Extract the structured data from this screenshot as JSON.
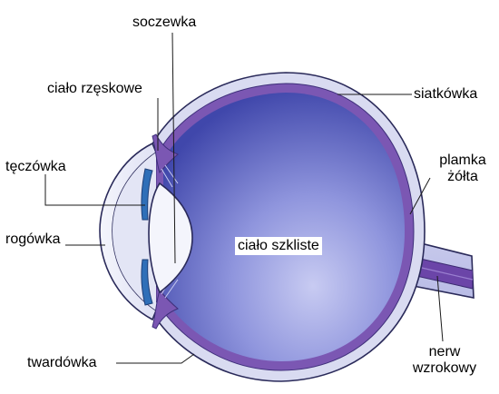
{
  "labels": {
    "lens": "soczewka",
    "ciliary_body": "ciało rzęskowe",
    "retina": "siatkówka",
    "iris": "tęczówka",
    "macula_line1": "plamka",
    "macula_line2": "żółta",
    "cornea": "rogówka",
    "vitreous_body": "ciało szkliste",
    "sclera": "twardówka",
    "optic_nerve_line1": "nerw",
    "optic_nerve_line2": "wzrokowy"
  },
  "colors": {
    "vitreous_center": "#a9aee6",
    "vitreous_edge": "#3c42a8",
    "sclera_fill": "#d8daf0",
    "retina_band": "#7a55b0",
    "iris": "#2f6fb8",
    "lens_fill": "#f3f4fb",
    "outline": "#2a2a5a"
  }
}
